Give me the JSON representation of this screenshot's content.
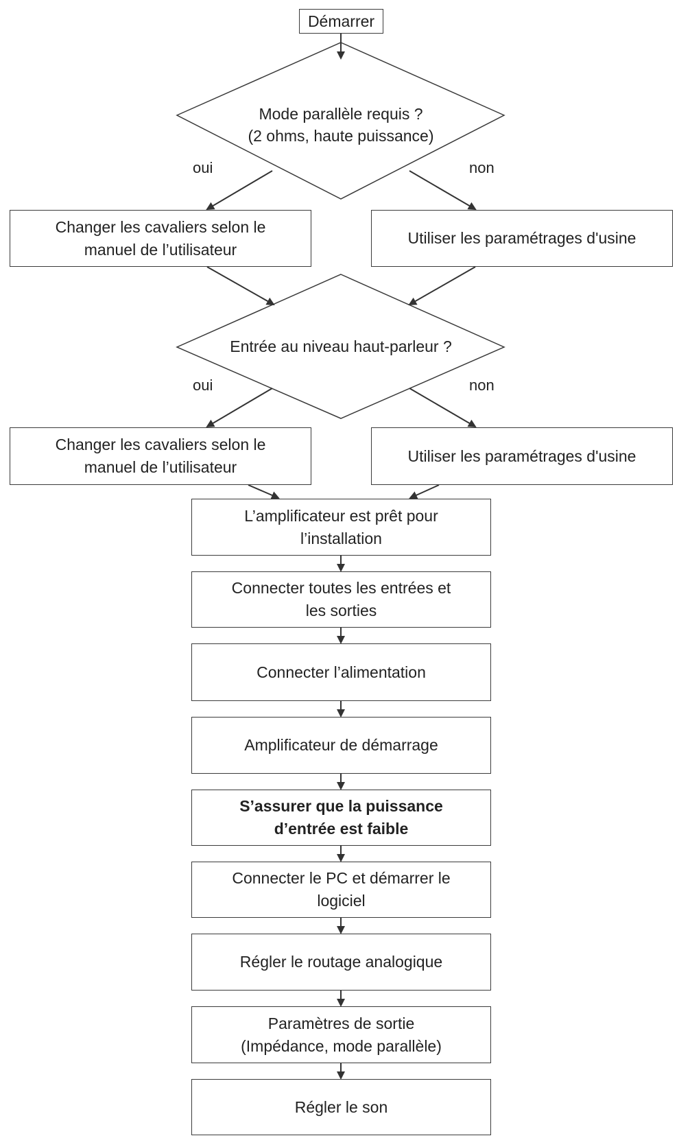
{
  "flowchart": {
    "start": "Démarrer",
    "decision1": {
      "text": "Mode parallèle requis ?\n(2 ohms, haute puissance)",
      "yes": "oui",
      "no": "non"
    },
    "d1_yes_box": "Changer les cavaliers selon le\nmanuel de l’utilisateur",
    "d1_no_box": "Utiliser les paramétrages d'usine",
    "decision2": {
      "text": "Entrée au niveau haut-parleur ?",
      "yes": "oui",
      "no": "non"
    },
    "d2_yes_box": "Changer les cavaliers selon le\nmanuel de l’utilisateur",
    "d2_no_box": "Utiliser les paramétrages d'usine",
    "steps": [
      "L’amplificateur est prêt pour\nl’installation",
      "Connecter toutes les entrées et\nles sorties",
      "Connecter l’alimentation",
      "Amplificateur de démarrage",
      "S’assurer que la puissance\nd’entrée est faible",
      "Connecter le PC et démarrer le\nlogiciel",
      "Régler le routage analogique",
      "Paramètres de sortie\n(Impédance, mode parallèle)",
      "Régler le son"
    ]
  }
}
